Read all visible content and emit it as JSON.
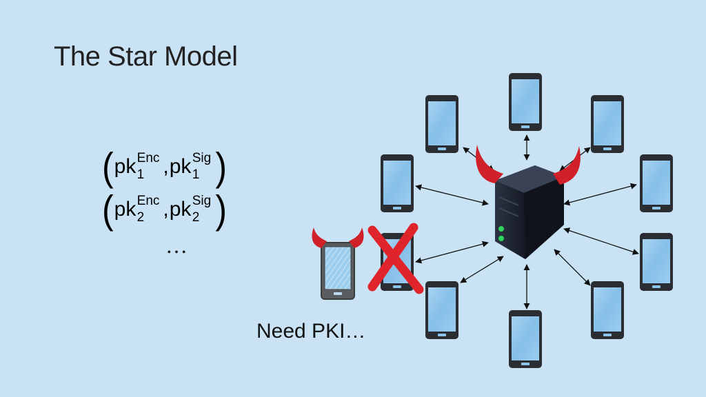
{
  "title": "The Star Model",
  "keys": [
    {
      "base": "pk",
      "sup": "Enc",
      "sub": "1",
      "base2": "pk",
      "sup2": "Sig",
      "sub2": "1"
    },
    {
      "base": "pk",
      "sup": "Enc",
      "sub": "2",
      "base2": "pk",
      "sup2": "Sig",
      "sub2": "2"
    }
  ],
  "ellipsis": "…",
  "caption": "Need PKI…",
  "colors": {
    "background": "#c9e2f4",
    "horn": "#d0202a",
    "cross": "#e0242c",
    "server": "#1b1f2c",
    "phone_body": "#2a2e33",
    "phone_screen": "#8fc4ea"
  }
}
